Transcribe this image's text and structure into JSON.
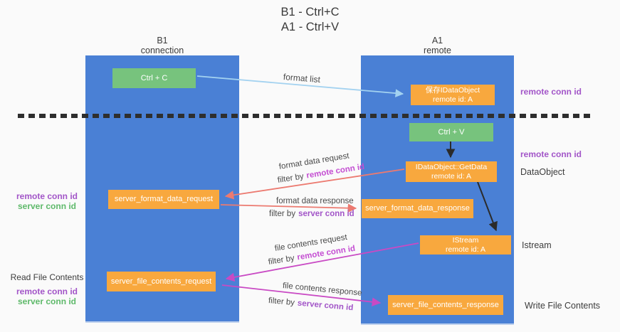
{
  "title": {
    "line1": "B1 - Ctrl+C",
    "line2": "A1 - Ctrl+V"
  },
  "columns": {
    "left": {
      "name": "B1",
      "role": "connection"
    },
    "right": {
      "name": "A1",
      "role": "remote"
    }
  },
  "boxes": {
    "ctrl_c": {
      "label": "Ctrl + C"
    },
    "ctrl_v": {
      "label": "Ctrl + V"
    },
    "save_dataobject": {
      "line1": "保存IDataObject",
      "line2": "remote id: A"
    },
    "getdata": {
      "line1": "IDataObject::GetData",
      "line2": "remote id: A"
    },
    "istream": {
      "line1": "IStream",
      "line2": "remote id: A"
    },
    "format_request": {
      "label": "server_format_data_request"
    },
    "format_response": {
      "label": "server_format_data_response"
    },
    "file_request": {
      "label": "server_file_contents_request"
    },
    "file_response": {
      "label": "server_file_contents_response"
    }
  },
  "annotations": {
    "remote_conn_id": "remote conn id",
    "server_conn_id": "server conn id",
    "dataobject": "DataObject",
    "istream": "Istream",
    "read_file_contents": "Read File Contents",
    "write_file_contents": "Write File Contents"
  },
  "arrows": {
    "format_list": "format list",
    "format_data_request": "format data request",
    "format_data_response": "format data response",
    "file_contents_request": "file contents request",
    "file_contents_response": "file contents response",
    "filter_by": "filter by"
  },
  "colors": {
    "column_blue": "#4a80d5",
    "box_green": "#77c37d",
    "box_orange": "#f8a83e",
    "arrow_red": "#ec7a70",
    "arrow_magenta": "#c94ac4",
    "arrow_light_blue": "#a3d2f0",
    "arrow_black": "#2b2b2b",
    "text_purple": "#a255c8",
    "text_magenta": "#c44ed2",
    "text_green": "#5eb96a"
  }
}
